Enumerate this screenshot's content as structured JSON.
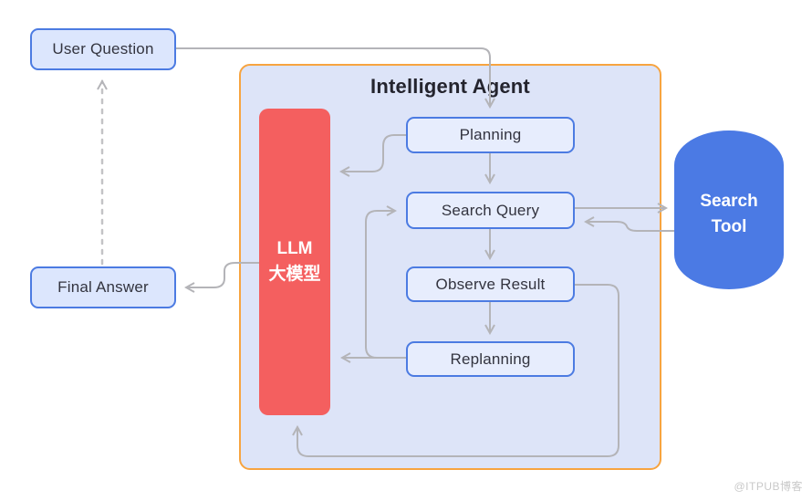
{
  "diagram": {
    "title": "Intelligent Agent",
    "nodes": {
      "user_question": {
        "label": "User Question"
      },
      "final_answer": {
        "label": "Final Answer"
      },
      "llm": {
        "line1": "LLM",
        "line2": "大模型"
      },
      "planning": {
        "label": "Planning"
      },
      "search_query": {
        "label": "Search Query"
      },
      "observe_result": {
        "label": "Observe Result"
      },
      "replanning": {
        "label": "Replanning"
      },
      "search_tool": {
        "line1": "Search",
        "line2": "Tool"
      }
    },
    "edges": [
      {
        "from": "user_question",
        "to": "planning",
        "style": "solid"
      },
      {
        "from": "final_answer",
        "to": "user_question",
        "style": "dashed"
      },
      {
        "from": "planning",
        "to": "llm",
        "style": "solid"
      },
      {
        "from": "planning",
        "to": "search_query",
        "style": "solid"
      },
      {
        "from": "search_query",
        "to": "observe_result",
        "style": "solid"
      },
      {
        "from": "observe_result",
        "to": "replanning",
        "style": "solid"
      },
      {
        "from": "replanning",
        "to": "llm",
        "style": "solid"
      },
      {
        "from": "replanning",
        "to": "search_query",
        "style": "solid"
      },
      {
        "from": "search_query",
        "to": "search_tool",
        "style": "solid"
      },
      {
        "from": "search_tool",
        "to": "search_query",
        "style": "solid"
      },
      {
        "from": "observe_result",
        "to": "llm",
        "style": "solid"
      },
      {
        "from": "llm",
        "to": "final_answer",
        "style": "solid"
      }
    ],
    "colors": {
      "agent_border_orange": "#f7a440",
      "agent_fill": "#dde4f8",
      "node_border_blue": "#4c7be2",
      "node_fill": "#e7edfd",
      "outer_node_fill": "#dce6fd",
      "llm_red": "#f45f5f",
      "search_tool_blue": "#4b7ae4",
      "arrow_gray": "#b4b4b8",
      "title_text": "#24242e",
      "node_text": "#33343f"
    }
  },
  "watermark": "@ITPUB博客"
}
